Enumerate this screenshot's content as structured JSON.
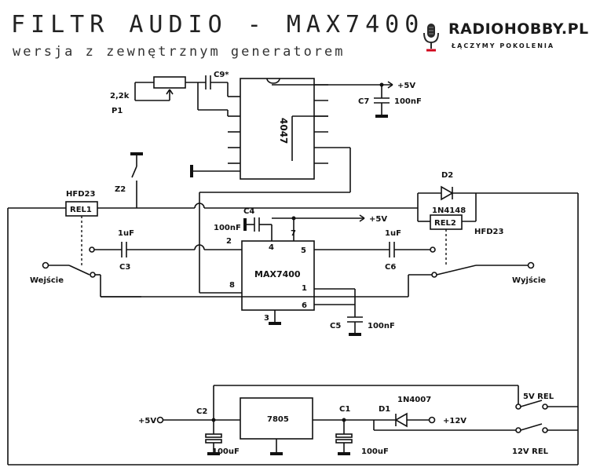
{
  "header": {
    "title": "FILTR AUDIO - MAX7400",
    "subtitle": "wersja z zewnętrznym generatorem"
  },
  "logo": {
    "name": "RADIOHOBBY.PL",
    "tagline": "ŁĄCZYMY POKOLENIA",
    "accent_color": "#d0021b"
  },
  "labels": {
    "p1_value": "2,2k",
    "p1_ref": "P1",
    "c9": "C9*",
    "vcc_top": "+5V",
    "c7_ref": "C7",
    "c7_value": "100nF",
    "u1": "4047",
    "z2": "Z2",
    "rel1_ref": "HFD23",
    "rel1": "REL1",
    "d2": "D2",
    "d2_value": "1N4148",
    "rel2": "REL2",
    "rel2_ref": "HFD23",
    "c4_ref": "C4",
    "c4_value": "100nF",
    "vcc_mid": "+5V",
    "c3_value": "1uF",
    "c3_ref": "C3",
    "c6_value": "1uF",
    "c6_ref": "C6",
    "input": "Wejście",
    "output": "Wyjście",
    "u2": "MAX7400",
    "pin2": "2",
    "pin4": "4",
    "pin7": "7",
    "pin5": "5",
    "pin8": "8",
    "pin1": "1",
    "pin6": "6",
    "pin3": "3",
    "c5_ref": "C5",
    "c5_value": "100nF",
    "vcc_in": "+5V",
    "c2_ref": "C2",
    "c2_value": "100uF",
    "reg": "7805",
    "c1_ref": "C1",
    "c1_value": "100uF",
    "d1_value": "1N4007",
    "d1_ref": "D1",
    "v12": "+12V",
    "sw_5v": "5V REL",
    "sw_12v": "12V REL"
  }
}
